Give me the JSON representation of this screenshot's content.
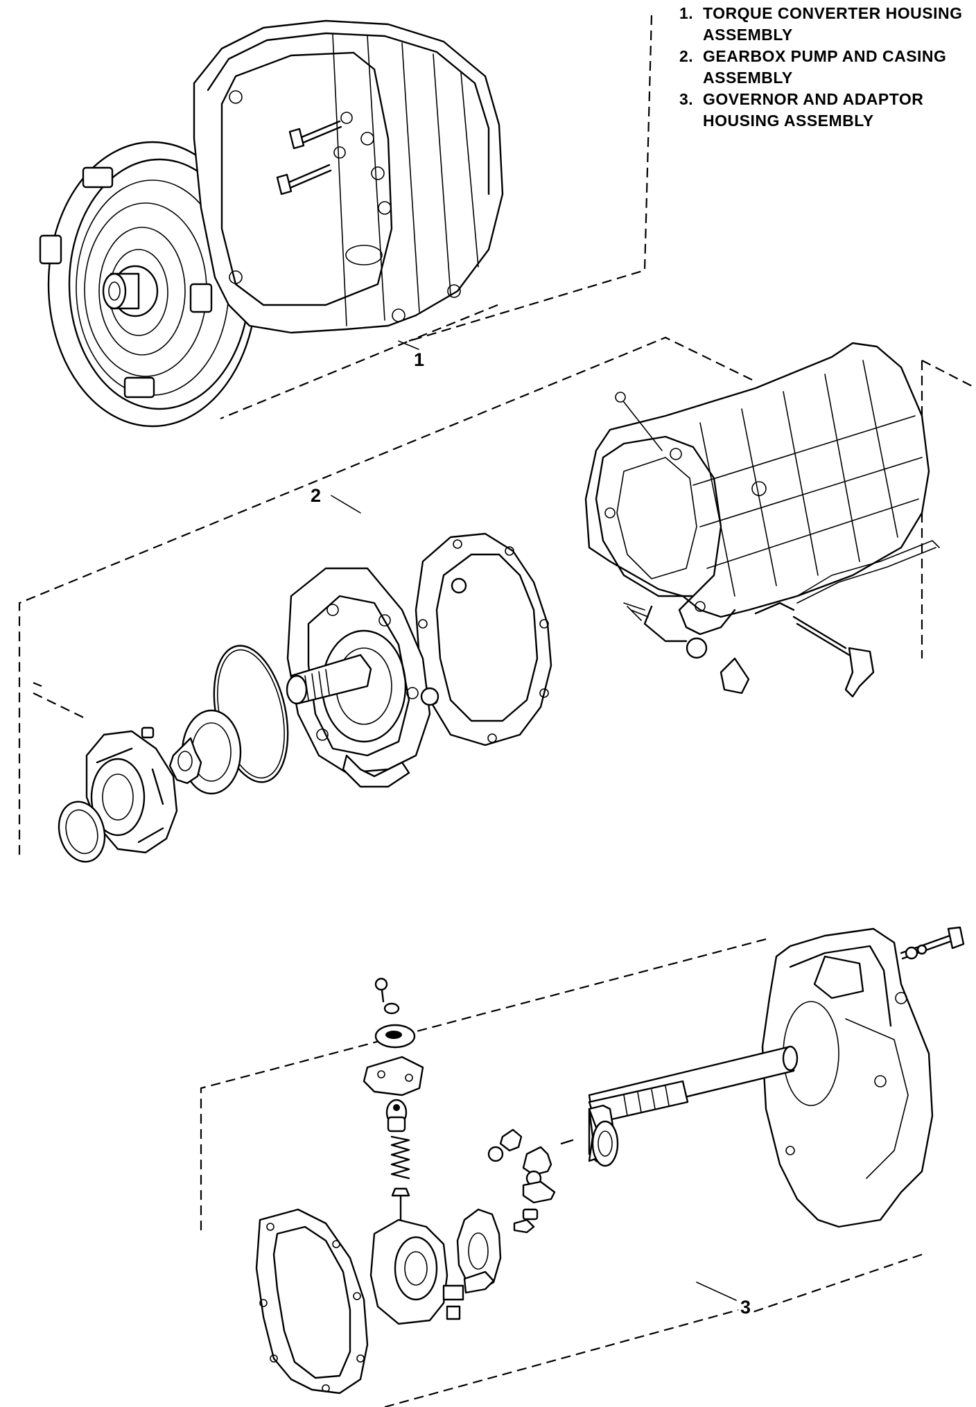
{
  "legend": {
    "items": [
      {
        "number": "1.",
        "label": "TORQUE CONVERTER HOUSING ASSEMBLY"
      },
      {
        "number": "2.",
        "label": "GEARBOX PUMP AND CASING ASSEMBLY"
      },
      {
        "number": "3.",
        "label": "GOVERNOR AND ADAPTOR HOUSING ASSEMBLY"
      }
    ]
  },
  "callouts": {
    "one": "1",
    "two": "2",
    "three": "3"
  },
  "colors": {
    "ink": "#000000",
    "paper": "#ffffff"
  }
}
